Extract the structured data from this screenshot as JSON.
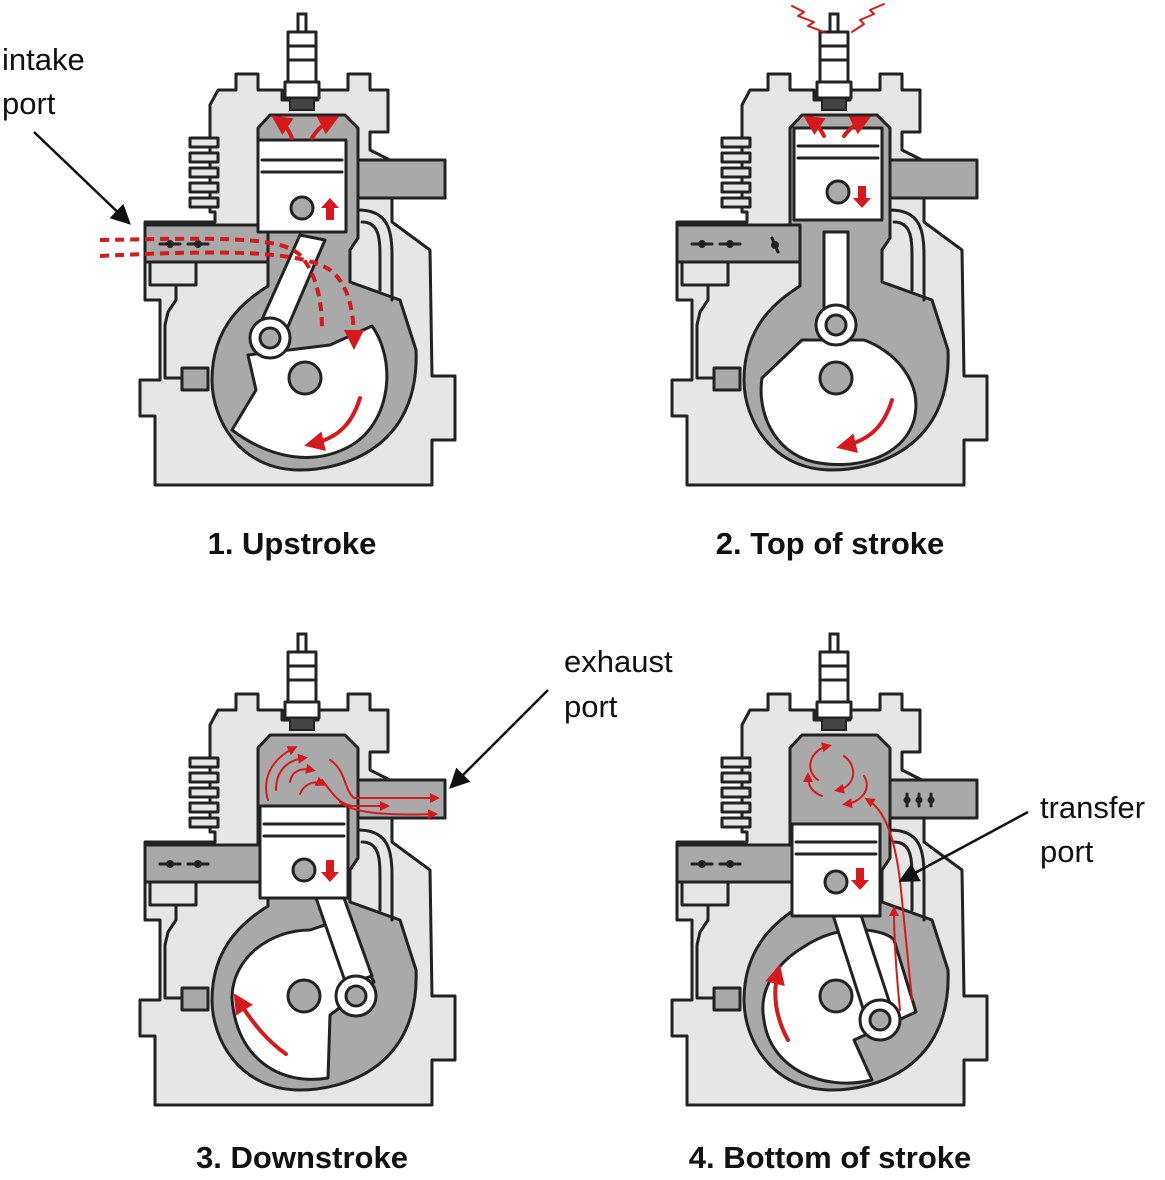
{
  "callouts": {
    "intake": [
      "intake",
      "port"
    ],
    "exhaust": [
      "exhaust",
      "port"
    ],
    "transfer": [
      "transfer",
      "port"
    ]
  },
  "panels": [
    {
      "caption": "1. Upstroke"
    },
    {
      "caption": "2. Top of stroke"
    },
    {
      "caption": "3. Downstroke"
    },
    {
      "caption": "4. Bottom of stroke"
    }
  ],
  "colors": {
    "flow": "#d7191c",
    "casing": "#e6e6e6",
    "chamber": "#a9a9a9",
    "outline": "#222222"
  }
}
